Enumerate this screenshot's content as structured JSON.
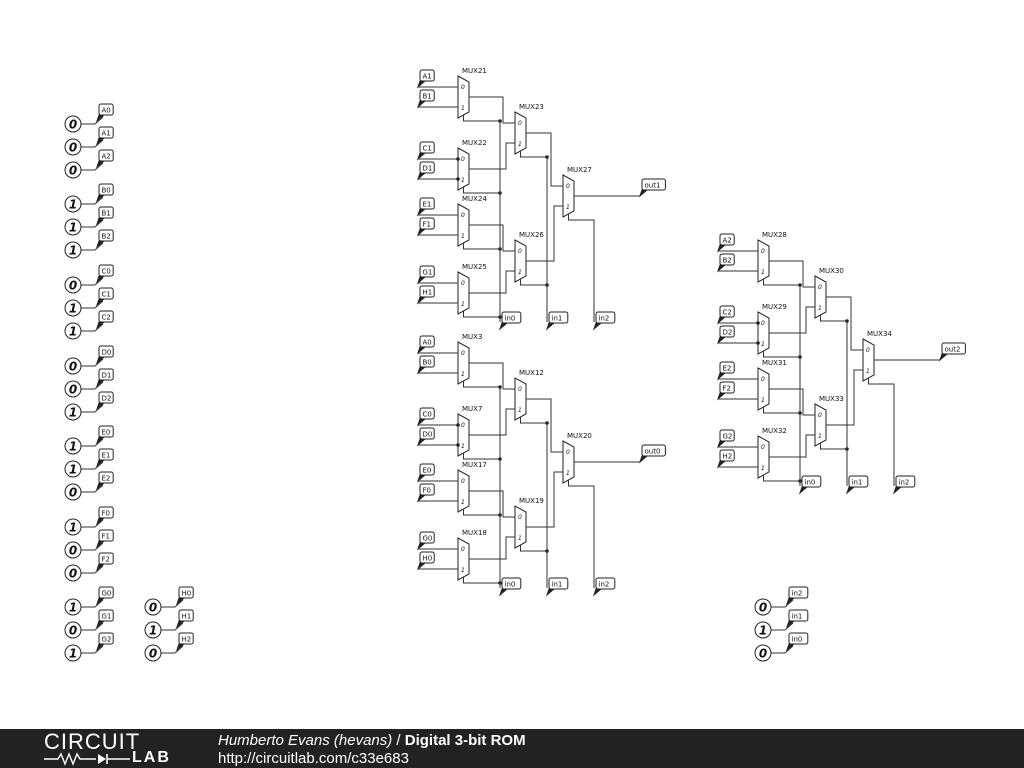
{
  "sources": [
    {
      "value": "0",
      "label": "A0"
    },
    {
      "value": "0",
      "label": "A1"
    },
    {
      "value": "0",
      "label": "A2"
    },
    {
      "value": "1",
      "label": "B0"
    },
    {
      "value": "1",
      "label": "B1"
    },
    {
      "value": "1",
      "label": "B2"
    },
    {
      "value": "0",
      "label": "C0"
    },
    {
      "value": "1",
      "label": "C1"
    },
    {
      "value": "1",
      "label": "C2"
    },
    {
      "value": "0",
      "label": "D0"
    },
    {
      "value": "0",
      "label": "D1"
    },
    {
      "value": "1",
      "label": "D2"
    },
    {
      "value": "1",
      "label": "E0"
    },
    {
      "value": "1",
      "label": "E1"
    },
    {
      "value": "0",
      "label": "E2"
    },
    {
      "value": "1",
      "label": "F0"
    },
    {
      "value": "0",
      "label": "F1"
    },
    {
      "value": "0",
      "label": "F2"
    },
    {
      "value": "1",
      "label": "G0"
    },
    {
      "value": "0",
      "label": "G1"
    },
    {
      "value": "1",
      "label": "G2"
    },
    {
      "value": "0",
      "label": "H0"
    },
    {
      "value": "1",
      "label": "H1"
    },
    {
      "value": "0",
      "label": "H2"
    },
    {
      "value": "0",
      "label": "in2"
    },
    {
      "value": "1",
      "label": "in1"
    },
    {
      "value": "0",
      "label": "in0"
    }
  ],
  "trees": [
    {
      "inputs": [
        "A1",
        "B1",
        "C1",
        "D1",
        "E1",
        "F1",
        "G1",
        "H1"
      ],
      "muxes": [
        "MUX21",
        "MUX22",
        "MUX24",
        "MUX25",
        "MUX23",
        "MUX26",
        "MUX27"
      ],
      "selects": [
        "in0",
        "in1",
        "in2"
      ],
      "output": "out1"
    },
    {
      "inputs": [
        "A0",
        "B0",
        "C0",
        "D0",
        "E0",
        "F0",
        "G0",
        "H0"
      ],
      "muxes": [
        "MUX3",
        "MUX7",
        "MUX17",
        "MUX18",
        "MUX12",
        "MUX19",
        "MUX20"
      ],
      "selects": [
        "in0",
        "in1",
        "in2"
      ],
      "output": "out0"
    },
    {
      "inputs": [
        "A2",
        "B2",
        "C2",
        "D2",
        "E2",
        "F2",
        "G2",
        "H2"
      ],
      "muxes": [
        "MUX28",
        "MUX29",
        "MUX31",
        "MUX32",
        "MUX30",
        "MUX33",
        "MUX34"
      ],
      "selects": [
        "in0",
        "in1",
        "in2"
      ],
      "output": "out2"
    }
  ],
  "mux_pins": {
    "zero": "0",
    "one": "1"
  },
  "footer": {
    "logo_top": "CIRCUIT",
    "logo_bottom": "LAB",
    "author": "Humberto Evans (hevans)",
    "separator": " / ",
    "title": "Digital 3-bit ROM",
    "url": "http://circuitlab.com/c33e683"
  }
}
